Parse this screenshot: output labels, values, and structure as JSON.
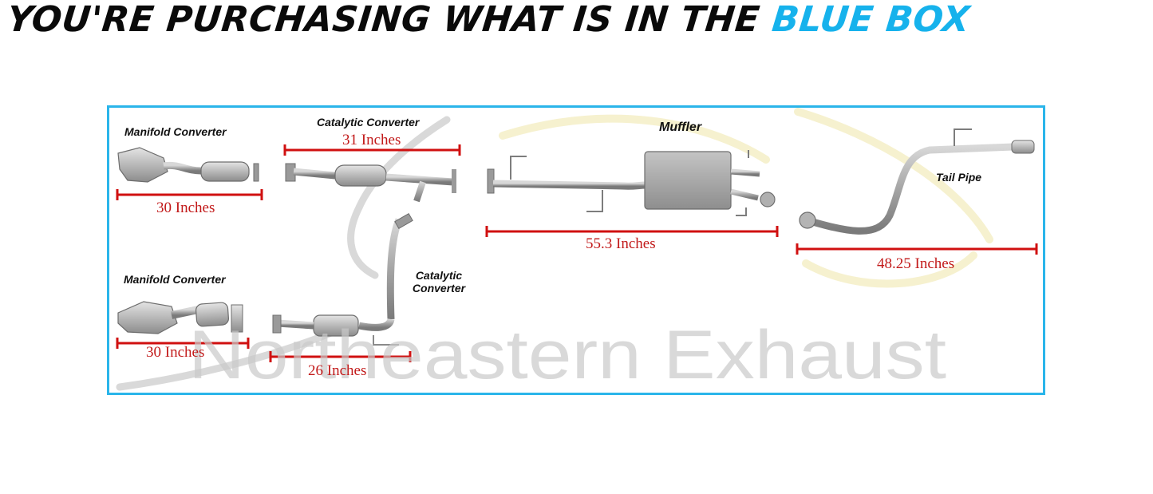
{
  "headline": {
    "main_text": "YOU'RE PURCHASING WHAT IS IN THE",
    "accent_text": "BLUE BOX"
  },
  "colors": {
    "accent_blue": "#16b2ec",
    "box_border": "#2ab5ea",
    "measure_red": "#d01010",
    "pipe_gray": "#9a9a9a",
    "watermark_gray": "#c8c8c8",
    "swoosh_cream": "#f2ebb8"
  },
  "parts": {
    "manifold_converter_1": {
      "label": "Manifold Converter",
      "measurement": "30 Inches"
    },
    "catalytic_converter_1": {
      "label": "Catalytic Converter",
      "measurement": "31 Inches"
    },
    "muffler": {
      "label": "Muffler",
      "measurement": "55.3 Inches"
    },
    "tail_pipe": {
      "label": "Tail Pipe",
      "measurement": "48.25 Inches"
    },
    "manifold_converter_2": {
      "label": "Manifold Converter",
      "measurement": "30 Inches"
    },
    "catalytic_converter_2": {
      "label_line1": "Catalytic",
      "label_line2": "Converter",
      "measurement": "26 Inches"
    }
  },
  "watermark": {
    "text": "Northeastern Exhaust"
  }
}
